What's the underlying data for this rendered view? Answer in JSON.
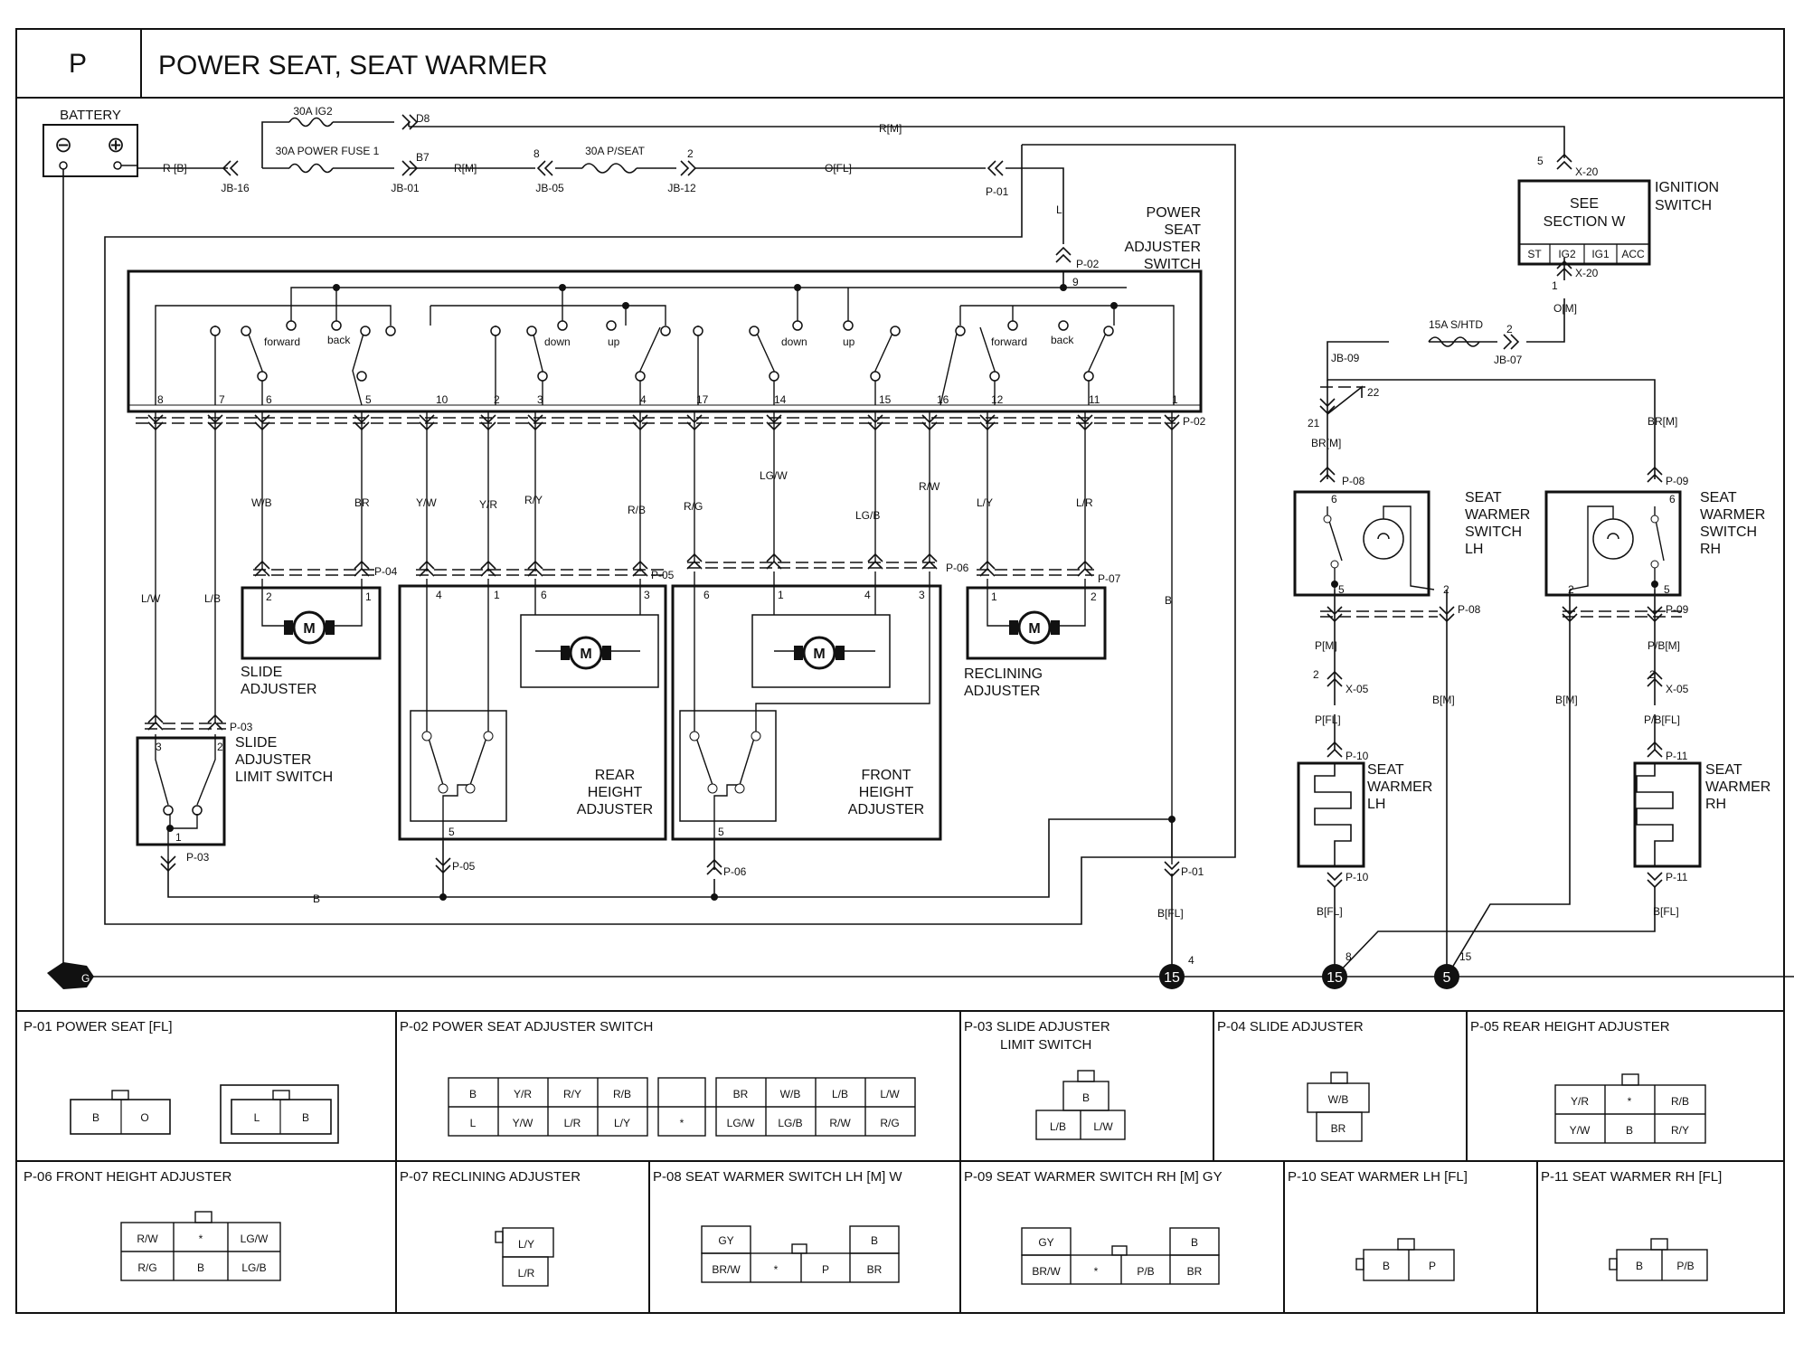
{
  "header": {
    "code": "P",
    "title": "POWER SEAT, SEAT WARMER"
  },
  "diagram": {
    "battery": {
      "label": "BATTERY",
      "minus": "⊖",
      "plus": "⊕"
    },
    "fuses": {
      "ig2": "30A IG2",
      "power_fuse": "30A POWER FUSE 1",
      "pseat": "30A P/SEAT",
      "shtd": "15A S/HTD"
    },
    "junctions": {
      "jb16": "JB-16",
      "jb01": "JB-01",
      "jb05": "JB-05",
      "jb12": "JB-12",
      "jb09": "JB-09",
      "jb07": "JB-07",
      "d8": "D8",
      "b7": "B7",
      "x20a": "X-20",
      "x20b": "X-20",
      "x05a": "X-05",
      "x05b": "X-05"
    },
    "wires": {
      "rb": "R [B]",
      "rm1": "R[M]",
      "rm2": "R[M]",
      "ofl": "O[FL]",
      "l": "L",
      "om": "O[M]",
      "brm1": "BR[M]",
      "brm2": "BR[M]",
      "wb": "W/B",
      "br": "BR",
      "yw": "Y/W",
      "yr": "Y/R",
      "ry": "R/Y",
      "rb2": "R/B",
      "rg": "R/G",
      "lgw": "LG/W",
      "lgb": "LG/B",
      "rw": "R/W",
      "ly": "L/Y",
      "lr": "L/R",
      "lw": "L/W",
      "lb": "L/B",
      "b1": "B",
      "b2": "B",
      "bfl1": "B[FL]",
      "bfl2": "B[FL]",
      "bfl3": "B[FL]",
      "pm": "P[M]",
      "pbm": "P/B[M]",
      "pfl": "P[FL]",
      "pbfl": "P/B[FL]",
      "bm1": "B[M]",
      "bm2": "B[M]"
    },
    "connectors": {
      "p01a": "P-01",
      "p01b": "P-01",
      "p02a": "P-02",
      "p02b": "P-02",
      "p03a": "P-03",
      "p03b": "P-03",
      "p04": "P-04",
      "p05a": "P-05",
      "p05b": "P-05",
      "p06a": "P-06",
      "p06b": "P-06",
      "p07": "P-07",
      "p08a": "P-08",
      "p08b": "P-08",
      "p09a": "P-09",
      "p09b": "P-09",
      "p10a": "P-10",
      "p10b": "P-10",
      "p11a": "P-11",
      "p11b": "P-11"
    },
    "pins": {
      "n8": "8",
      "n2": "2",
      "n5": "5",
      "n1": "1",
      "n9": "9",
      "n22": "22",
      "n21": "21",
      "s8": "8",
      "s7": "7",
      "s6": "6",
      "s5": "5",
      "s10": "10",
      "s2": "2",
      "s3": "3",
      "s4": "4",
      "s17": "17",
      "s14": "14",
      "s15": "15",
      "s16": "16",
      "s12": "12",
      "s11": "11",
      "s1": "1",
      "g4": "4",
      "g8": "8",
      "g15": "15"
    },
    "switch_labels": {
      "fwd1": "forward",
      "back1": "back",
      "down1": "down",
      "up1": "up",
      "down2": "down",
      "up2": "up",
      "fwd2": "forward",
      "back2": "back"
    },
    "components": {
      "pseat_switch": [
        "POWER",
        "SEAT",
        "ADJUSTER",
        "SWITCH"
      ],
      "ignition": [
        "IGNITION",
        "SWITCH"
      ],
      "see_section": [
        "SEE",
        "SECTION W"
      ],
      "ign_positions": [
        "ST",
        "IG2",
        "IG1",
        "ACC"
      ],
      "slide": [
        "SLIDE",
        "ADJUSTER"
      ],
      "slide_limit": [
        "SLIDE",
        "ADJUSTER",
        "LIMIT SWITCH"
      ],
      "rear_height": [
        "REAR",
        "HEIGHT",
        "ADJUSTER"
      ],
      "front_height": [
        "FRONT",
        "HEIGHT",
        "ADJUSTER"
      ],
      "reclining": [
        "RECLINING",
        "ADJUSTER"
      ],
      "sw_switch_lh": [
        "SEAT",
        "WARMER",
        "SWITCH",
        "LH"
      ],
      "sw_switch_rh": [
        "SEAT",
        "WARMER",
        "SWITCH",
        "RH"
      ],
      "sw_lh": [
        "SEAT",
        "WARMER",
        "LH"
      ],
      "sw_rh": [
        "SEAT",
        "WARMER",
        "RH"
      ],
      "motor": "M",
      "ground_g": "G",
      "ground_15a": "15",
      "ground_15b": "15",
      "ground_5": "5"
    }
  },
  "connector_table": {
    "p01": {
      "title": "P-01 POWER SEAT [FL]",
      "a": [
        "B",
        "O"
      ],
      "b": [
        "L",
        "B"
      ]
    },
    "p02": {
      "title": "P-02 POWER SEAT ADJUSTER SWITCH",
      "row1": [
        "B",
        "Y/R",
        "R/Y",
        "R/B",
        "",
        "BR",
        "W/B",
        "L/B",
        "L/W"
      ],
      "row2": [
        "L",
        "Y/W",
        "L/R",
        "L/Y",
        "*",
        "LG/W",
        "LG/B",
        "R/W",
        "R/G"
      ]
    },
    "p03": {
      "title": [
        "P-03 SLIDE ADJUSTER",
        "LIMIT SWITCH"
      ],
      "pins": [
        "B",
        "L/B",
        "L/W"
      ]
    },
    "p04": {
      "title": "P-04 SLIDE ADJUSTER",
      "pins": [
        "W/B",
        "BR"
      ]
    },
    "p05": {
      "title": "P-05 REAR HEIGHT ADJUSTER",
      "pins": [
        "Y/R",
        "*",
        "R/B",
        "Y/W",
        "B",
        "R/Y"
      ]
    },
    "p06": {
      "title": "P-06 FRONT HEIGHT ADJUSTER",
      "pins": [
        "R/W",
        "*",
        "LG/W",
        "R/G",
        "B",
        "LG/B"
      ]
    },
    "p07": {
      "title": "P-07 RECLINING ADJUSTER",
      "pins": [
        "L/Y",
        "L/R"
      ]
    },
    "p08": {
      "title": "P-08 SEAT WARMER SWITCH LH [M] W",
      "pins": [
        "GY",
        "B",
        "BR/W",
        "*",
        "P",
        "BR"
      ]
    },
    "p09": {
      "title": "P-09 SEAT WARMER SWITCH RH [M] GY",
      "pins": [
        "GY",
        "B",
        "BR/W",
        "*",
        "P/B",
        "BR"
      ]
    },
    "p10": {
      "title": "P-10 SEAT WARMER LH [FL]",
      "pins": [
        "B",
        "P"
      ]
    },
    "p11": {
      "title": "P-11 SEAT WARMER RH [FL]",
      "pins": [
        "B",
        "P/B"
      ]
    }
  }
}
